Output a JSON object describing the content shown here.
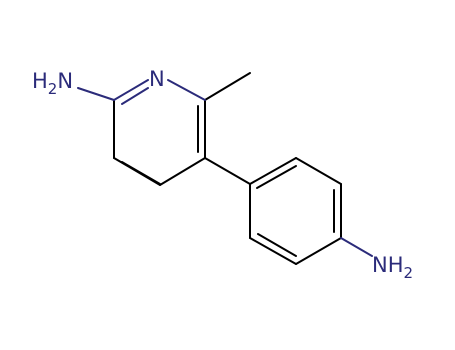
{
  "colors": {
    "bond": "#000000",
    "heteroatom": "#2b2b7a"
  },
  "labels": {
    "amine_left": {
      "main": "H",
      "sub": "2",
      "tail": "N"
    },
    "ring_nitrogen": "N",
    "amine_right": {
      "main": "NH",
      "sub": "2"
    }
  }
}
